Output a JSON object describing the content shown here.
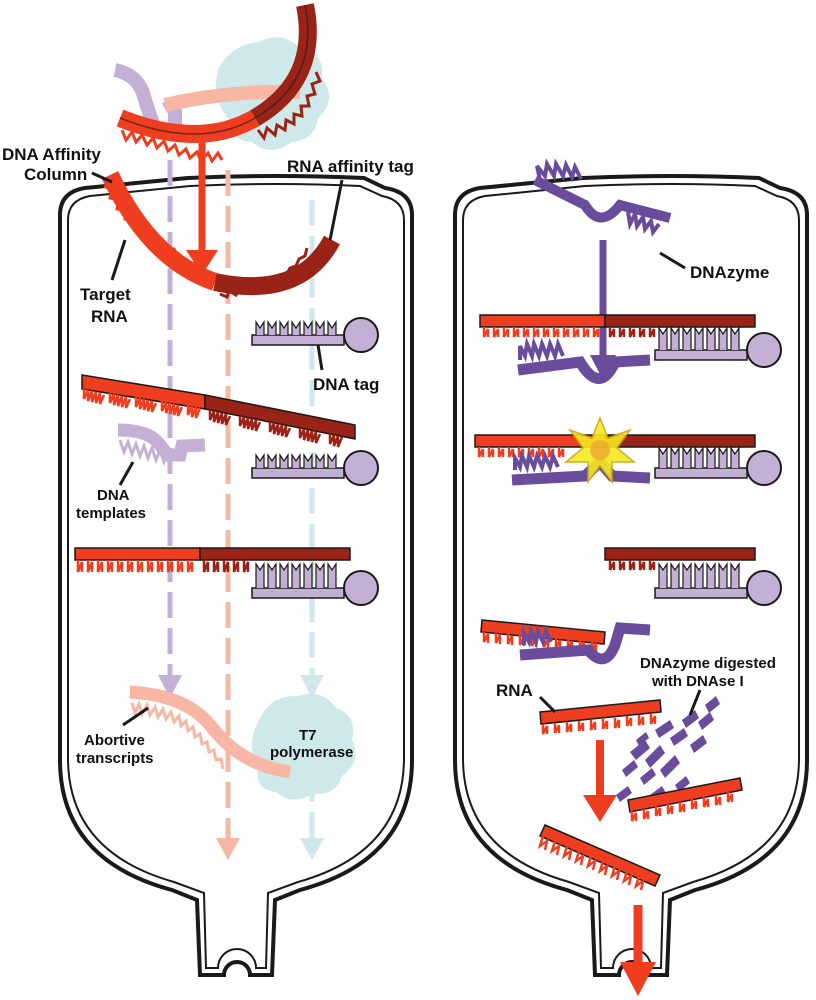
{
  "colors": {
    "rna_red": "#ee3d1f",
    "rna_dark": "#9a2318",
    "dna_lavender": "#c3b0d4",
    "dna_purple": "#6a4c9c",
    "transcript_pink": "#f7b7a4",
    "polymerase_cyan": "#cfe9ea",
    "outline": "#1a1a1a"
  },
  "labels": {
    "dna_affinity_column_line1": "DNA Affinity",
    "dna_affinity_column_line2": "Column",
    "rna_affinity_tag": "RNA affinity tag",
    "target_rna_line1": "Target",
    "target_rna_line2": "RNA",
    "dna_tag": "DNA tag",
    "dna_templates_line1": "DNA",
    "dna_templates_line2": "templates",
    "abortive_transcripts_line1": "Abortive",
    "abortive_transcripts_line2": "transcripts",
    "t7_polymerase_line1": "T7",
    "t7_polymerase_line2": "polymerase",
    "dnazyme": "DNAzyme",
    "dnazyme_digested_line1": "DNAzyme digested",
    "dnazyme_digested_line2": "with DNAse I",
    "rna": "RNA"
  }
}
